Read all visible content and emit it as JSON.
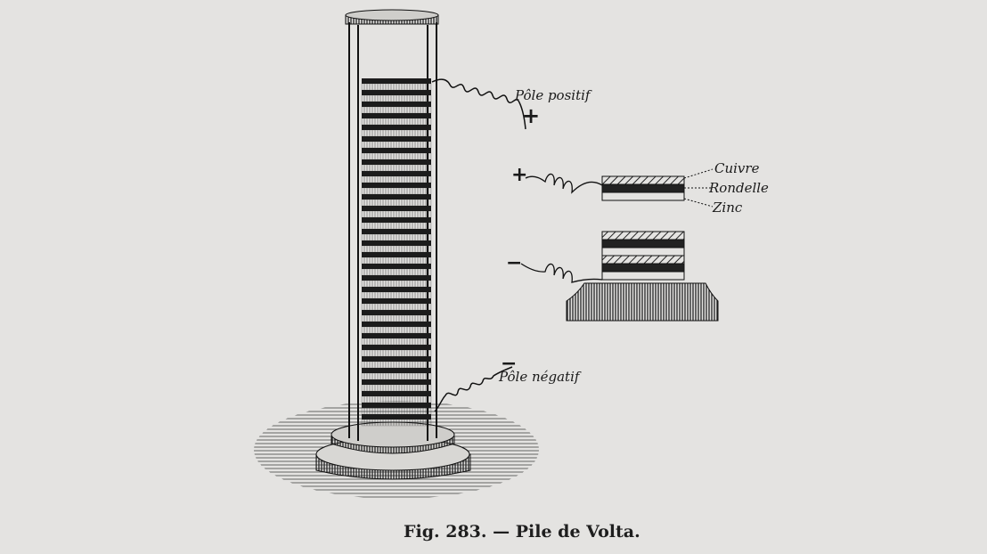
{
  "figure": {
    "caption": "Fig. 283. — Pile de Volta.",
    "labels": {
      "positive_pole": "Pôle positif",
      "negative_pole": "Pôle négatif",
      "copper": "Cuivre",
      "washer": "Rondelle",
      "zinc": "Zinc",
      "plus_sign": "+",
      "minus_sign": "−"
    }
  }
}
